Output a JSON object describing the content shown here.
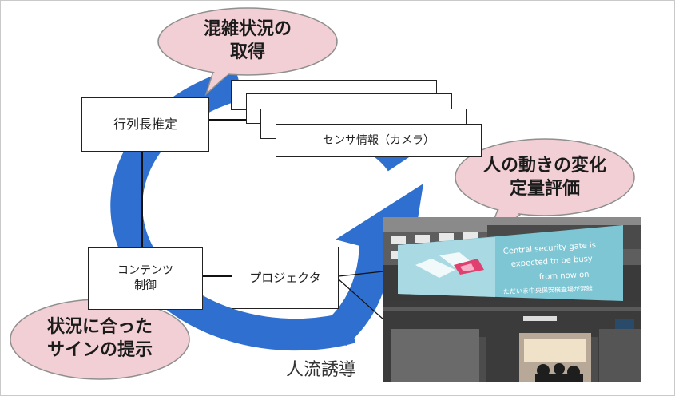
{
  "bubbles": {
    "congestion_line1": "混雑状況の",
    "congestion_line2": "取得",
    "movement_line1": "人の動きの変化",
    "movement_line2": "定量評価",
    "sign_line1": "状況に合った",
    "sign_line2": "サインの提示"
  },
  "boxes": {
    "queue_estimation": "行列長推定",
    "sensor_info": "センサ情報（カメラ）",
    "contents_line1": "コンテンツ",
    "contents_line2": "制御",
    "projector": "プロジェクタ"
  },
  "caption": "人流誘導",
  "photo": {
    "screen_line1": "Central security gate is",
    "screen_line2": "expected to be busy",
    "screen_line3": "from now on",
    "screen_line4": "ただいま中央保安検査場が混雑"
  },
  "colors": {
    "arrow_blue": "#2e6fcf",
    "bubble_pink": "#f1cfd4",
    "bubble_border": "#8f8f8f",
    "screen_teal": "#7fc6d4"
  }
}
